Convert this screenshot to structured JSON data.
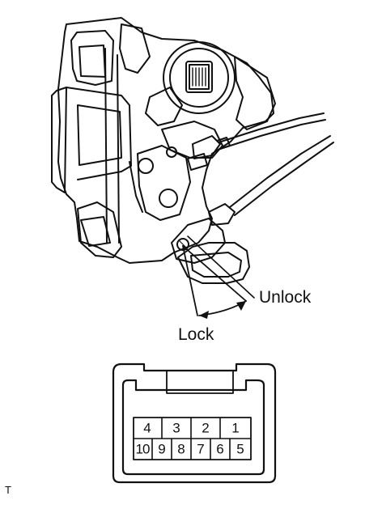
{
  "labels": {
    "unlock": "Unlock",
    "lock": "Lock",
    "figure_tag": "T"
  },
  "connector": {
    "top_row": [
      "4",
      "3",
      "2",
      "1"
    ],
    "bottom_row": [
      "10",
      "9",
      "8",
      "7",
      "6",
      "5"
    ]
  }
}
